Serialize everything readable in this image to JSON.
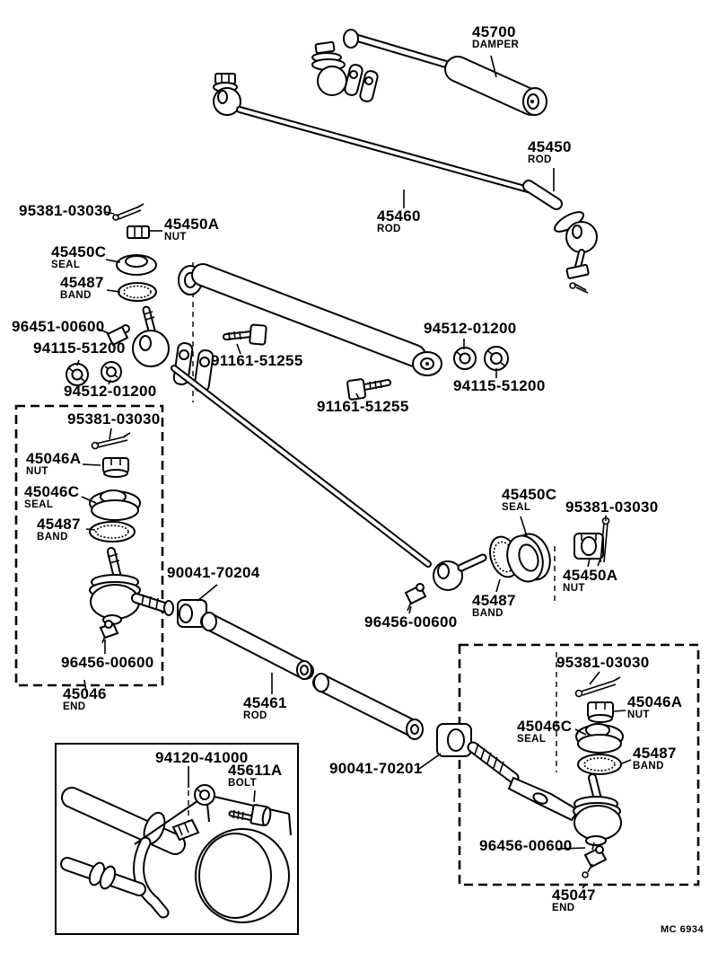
{
  "colors": {
    "line": "#000000",
    "background": "#ffffff"
  },
  "footer": {
    "code": "MC 6934"
  },
  "callouts": [
    {
      "id": "damper",
      "part": "45700",
      "sub": "DAMPER"
    },
    {
      "id": "rod-45450",
      "part": "45450",
      "sub": "ROD"
    },
    {
      "id": "cotter-pin-top-left",
      "part": "95381-03030",
      "sub": ""
    },
    {
      "id": "nut-45450a-left",
      "part": "45450A",
      "sub": "NUT"
    },
    {
      "id": "seal-45450c-left",
      "part": "45450C",
      "sub": "SEAL"
    },
    {
      "id": "band-45487-left",
      "part": "45487",
      "sub": "BAND"
    },
    {
      "id": "grease-96451",
      "part": "96451-00600",
      "sub": ""
    },
    {
      "id": "washer-94115-left",
      "part": "94115-51200",
      "sub": ""
    },
    {
      "id": "nut-94512-left",
      "part": "94512-01200",
      "sub": ""
    },
    {
      "id": "bolt-91161-upper",
      "part": "91161-51255",
      "sub": ""
    },
    {
      "id": "rod-45460",
      "part": "45460",
      "sub": "ROD"
    },
    {
      "id": "bolt-91161-lower",
      "part": "91161-51255",
      "sub": ""
    },
    {
      "id": "washer-94512-right",
      "part": "94512-01200",
      "sub": ""
    },
    {
      "id": "nut-94115-right",
      "part": "94115-51200",
      "sub": ""
    },
    {
      "id": "cotter-pin-box-left",
      "part": "95381-03030",
      "sub": ""
    },
    {
      "id": "nut-45046a-left",
      "part": "45046A",
      "sub": "NUT"
    },
    {
      "id": "seal-45046c-left",
      "part": "45046C",
      "sub": "SEAL"
    },
    {
      "id": "band-45487-box-left",
      "part": "45487",
      "sub": "BAND"
    },
    {
      "id": "grease-96456-box-left",
      "part": "96456-00600",
      "sub": ""
    },
    {
      "id": "end-45046",
      "part": "45046",
      "sub": "END"
    },
    {
      "id": "nut-90041-70204",
      "part": "90041-70204",
      "sub": ""
    },
    {
      "id": "seal-45450c-mid",
      "part": "45450C",
      "sub": "SEAL"
    },
    {
      "id": "cotter-pin-mid",
      "part": "95381-03030",
      "sub": ""
    },
    {
      "id": "nut-45450a-mid",
      "part": "45450A",
      "sub": "NUT"
    },
    {
      "id": "band-45487-mid",
      "part": "45487",
      "sub": "BAND"
    },
    {
      "id": "grease-96456-mid",
      "part": "96456-00600",
      "sub": ""
    },
    {
      "id": "rod-45461",
      "part": "45461",
      "sub": "ROD"
    },
    {
      "id": "nut-90041-70201",
      "part": "90041-70201",
      "sub": ""
    },
    {
      "id": "washer-94120",
      "part": "94120-41000",
      "sub": ""
    },
    {
      "id": "bolt-45611a",
      "part": "45611A",
      "sub": "BOLT"
    },
    {
      "id": "cotter-pin-box-right",
      "part": "95381-03030",
      "sub": ""
    },
    {
      "id": "nut-45046a-right",
      "part": "45046A",
      "sub": "NUT"
    },
    {
      "id": "seal-45046c-right",
      "part": "45046C",
      "sub": "SEAL"
    },
    {
      "id": "band-45487-box-right",
      "part": "45487",
      "sub": "BAND"
    },
    {
      "id": "grease-96456-box-right",
      "part": "96456-00600",
      "sub": ""
    },
    {
      "id": "end-45047",
      "part": "45047",
      "sub": "END"
    }
  ]
}
